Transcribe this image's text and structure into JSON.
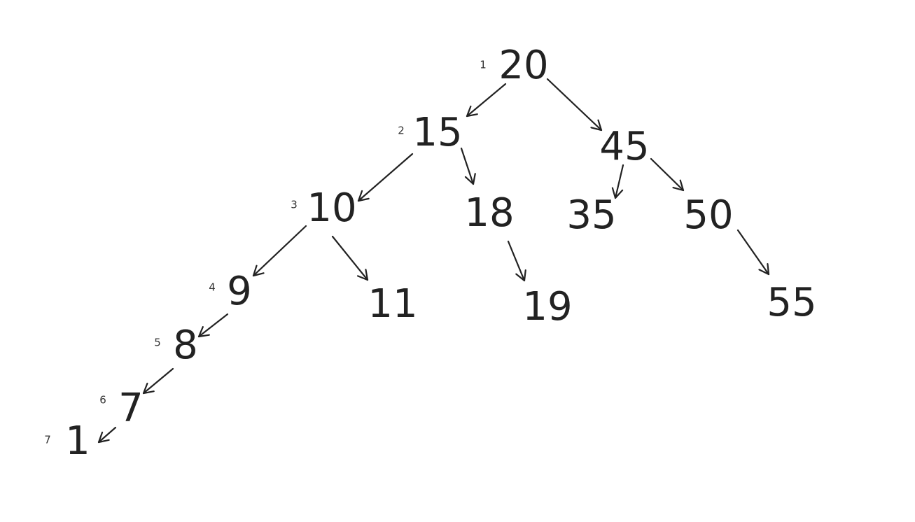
{
  "colors": {
    "background": "#ffffff",
    "ink": "#222222"
  },
  "tree": {
    "nodes": [
      {
        "id": "n20",
        "label": "20",
        "order": "1"
      },
      {
        "id": "n15",
        "label": "15",
        "order": "2"
      },
      {
        "id": "n45",
        "label": "45"
      },
      {
        "id": "n10",
        "label": "10",
        "order": "3"
      },
      {
        "id": "n18",
        "label": "18"
      },
      {
        "id": "n35",
        "label": "35"
      },
      {
        "id": "n50",
        "label": "50"
      },
      {
        "id": "n9",
        "label": "9",
        "order": "4"
      },
      {
        "id": "n11",
        "label": "11"
      },
      {
        "id": "n19",
        "label": "19"
      },
      {
        "id": "n55",
        "label": "55"
      },
      {
        "id": "n8",
        "label": "8",
        "order": "5"
      },
      {
        "id": "n7",
        "label": "7",
        "order": "6"
      },
      {
        "id": "n1",
        "label": "1",
        "order": "7"
      }
    ],
    "edges": [
      {
        "from": "n20",
        "to": "n15"
      },
      {
        "from": "n20",
        "to": "n45"
      },
      {
        "from": "n15",
        "to": "n10"
      },
      {
        "from": "n15",
        "to": "n18"
      },
      {
        "from": "n45",
        "to": "n35"
      },
      {
        "from": "n45",
        "to": "n50"
      },
      {
        "from": "n10",
        "to": "n9"
      },
      {
        "from": "n10",
        "to": "n11"
      },
      {
        "from": "n18",
        "to": "n19"
      },
      {
        "from": "n50",
        "to": "n55"
      },
      {
        "from": "n9",
        "to": "n8"
      },
      {
        "from": "n8",
        "to": "n7"
      },
      {
        "from": "n7",
        "to": "n1"
      }
    ]
  }
}
